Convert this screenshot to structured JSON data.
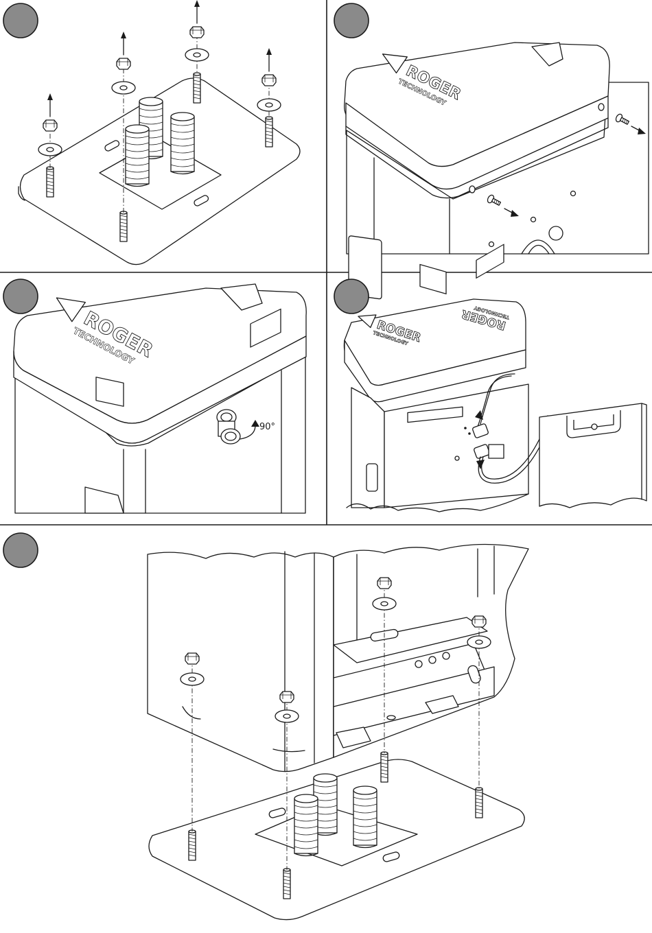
{
  "brand": {
    "name": "ROGER",
    "subtitle": "TECHNOLOGY"
  },
  "panels": [
    {
      "id": "panel-1",
      "description_key": "remove-nuts-from-studs"
    },
    {
      "id": "panel-2",
      "description_key": "remove-cover-screws"
    },
    {
      "id": "panel-3",
      "description_key": "rotate-lock"
    },
    {
      "id": "panel-4",
      "description_key": "disconnect-cover-cable"
    },
    {
      "id": "panel-5",
      "description_key": "mount-body-on-plate"
    }
  ],
  "rotation_label": "90°",
  "colors": {
    "badge": "#8a8a8a",
    "stroke": "#1a1a1a",
    "background": "#ffffff"
  }
}
